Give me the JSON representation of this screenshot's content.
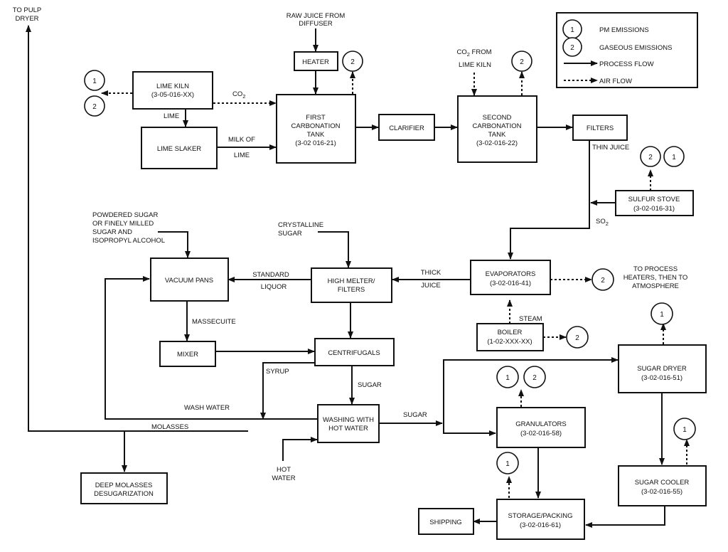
{
  "diagram": {
    "title": "Sugar beet processing flow diagram",
    "legend": {
      "pm": {
        "symbol": "1",
        "label": "PM EMISSIONS"
      },
      "gas": {
        "symbol": "2",
        "label": "GASEOUS EMISSIONS"
      },
      "process_flow": "PROCESS FLOW",
      "air_flow": "AIR FLOW"
    },
    "nodes": {
      "heater": [
        "HEATER"
      ],
      "lime_kiln": [
        "LIME KILN",
        "(3-05-016-XX)"
      ],
      "lime_slaker": [
        "LIME SLAKER"
      ],
      "first_carbonation": [
        "FIRST",
        "CARBONATION",
        "TANK",
        "(3-02 016-21)"
      ],
      "clarifier": [
        "CLARIFIER"
      ],
      "second_carbonation": [
        "SECOND",
        "CARBONATION",
        "TANK",
        "(3-02-016-22)"
      ],
      "filters": [
        "FILTERS"
      ],
      "sulfur_stove": [
        "SULFUR STOVE",
        "(3-02-016-31)"
      ],
      "evaporators": [
        "EVAPORATORS",
        "(3-02-016-41)"
      ],
      "boiler": [
        "BOILER",
        "(1-02-XXX-XX)"
      ],
      "high_melter": [
        "HIGH MELTER/",
        "FILTERS"
      ],
      "vacuum_pans": [
        "VACUUM PANS"
      ],
      "mixer": [
        "MIXER"
      ],
      "centrifugals": [
        "CENTRIFUGALS"
      ],
      "washing": [
        "WASHING WITH",
        "HOT WATER"
      ],
      "deep_molasses": [
        "DEEP MOLASSES",
        "DESUGARIZATION"
      ],
      "granulators": [
        "GRANULATORS",
        "(3-02-016-58)"
      ],
      "sugar_dryer": [
        "SUGAR DRYER",
        "(3-02-016-51)"
      ],
      "sugar_cooler": [
        "SUGAR COOLER",
        "(3-02-016-55)"
      ],
      "storage_packing": [
        "STORAGE/PACKING",
        "(3-02-016-61)"
      ],
      "shipping": [
        "SHIPPING"
      ]
    },
    "labels": {
      "to_pulp_dryer": [
        "TO PULP",
        "DRYER"
      ],
      "raw_juice": [
        "RAW JUICE FROM",
        "DIFFUSER"
      ],
      "co2": "CO",
      "co2_sub": "2",
      "lime": "LIME",
      "milk_of": "MILK OF",
      "milk_lime": "LIME",
      "co2_from": "CO",
      "co2_from_sub": "2",
      "co2_from_rest": " FROM",
      "co2_from_line2": "LIME KILN",
      "thin_juice": "THIN JUICE",
      "so2": "SO",
      "so2_sub": "2",
      "powdered": [
        "POWDERED SUGAR",
        "OR FINELY MILLED",
        "SUGAR AND",
        "ISOPROPYL ALCOHOL"
      ],
      "crystalline": [
        "CRYSTALLINE",
        "SUGAR"
      ],
      "standard": "STANDARD",
      "liquor": "LIQUOR",
      "thick": "THICK",
      "juice": "JUICE",
      "to_process": [
        "TO PROCESS",
        "HEATERS, THEN TO",
        "ATMOSPHERE"
      ],
      "steam": "STEAM",
      "massecuite": "MASSECUITE",
      "syrup": "SYRUP",
      "sugar_1": "SUGAR",
      "sugar_2": "SUGAR",
      "wash_water": "WASH WATER",
      "molasses": "MOLASSES",
      "hot_water": [
        "HOT",
        "WATER"
      ]
    },
    "emissions": {
      "kiln_1": "1",
      "kiln_2": "2",
      "first_carb": "2",
      "second_carb": "2",
      "sulfur_2": "2",
      "sulfur_1": "1",
      "evap": "2",
      "boiler": "2",
      "dryer": "1",
      "gran_1": "1",
      "gran_2": "2",
      "cooler": "1",
      "storage": "1"
    }
  }
}
